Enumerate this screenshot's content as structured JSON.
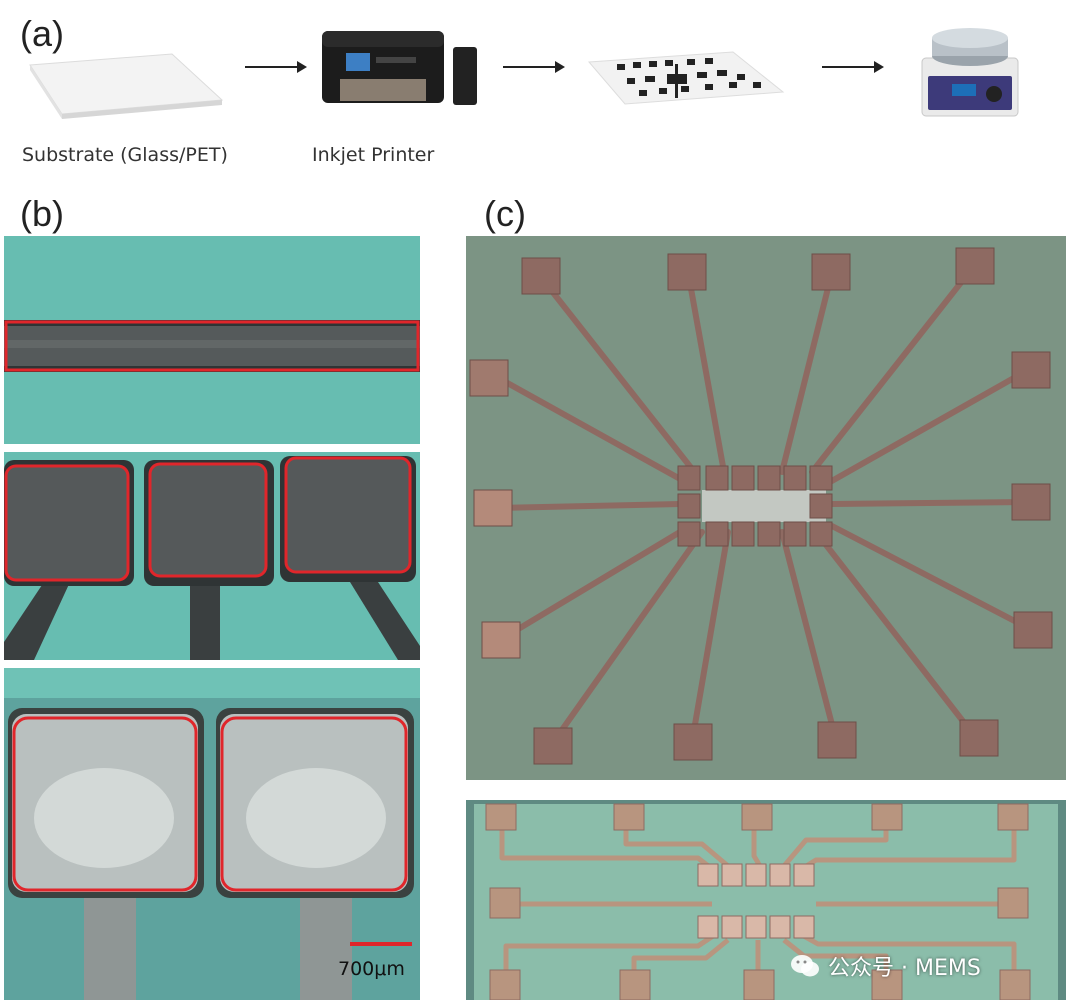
{
  "panel_a": {
    "label": "(a)",
    "substrate_caption": "Substrate (Glass/PET)",
    "printer_caption": "Inkjet Printer",
    "steps": [
      "substrate-sheet-icon",
      "inkjet-printer-icon",
      "printed-pattern-icon",
      "hot-plate-icon"
    ]
  },
  "panel_b": {
    "label": "(b)",
    "scale_bar": "700μm"
  },
  "panel_c": {
    "label": "(c)"
  },
  "watermark": {
    "text": "公众号 · MEMS"
  },
  "colors": {
    "background_teal": "#63b9ad",
    "electrode_grey": "#4e5355",
    "outline_red": "#e0262b",
    "board_green": "#7c9484",
    "pad_copper": "#8e6a62",
    "glass_green": "#8bbdaa"
  }
}
